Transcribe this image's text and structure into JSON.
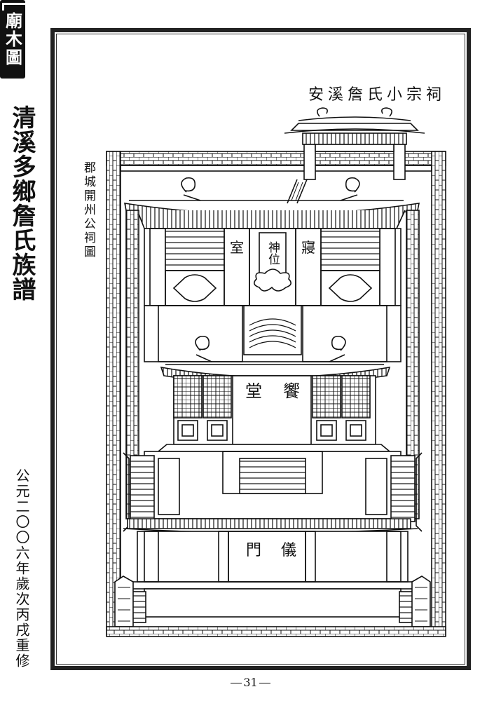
{
  "page": {
    "book_title": "清溪多鄉詹氏族譜",
    "section_tab": "廟木圖",
    "date_note": "公元二〇〇六年歲次丙戌重修",
    "page_number": "31"
  },
  "drawing": {
    "title": "安溪詹氏小宗祠",
    "subtitle": "郡城開州公祠圖",
    "labels": {
      "qin": "寢",
      "shi": "室",
      "shenwei": "神位",
      "xiang": "饗",
      "tang": "堂",
      "yi": "儀",
      "men": "門"
    }
  }
}
